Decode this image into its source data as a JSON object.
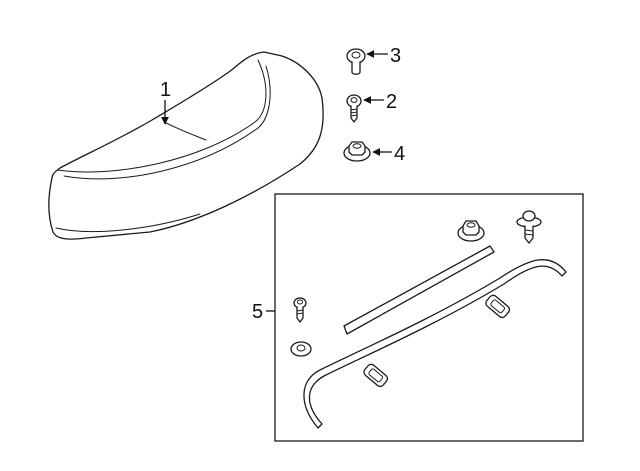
{
  "callouts": {
    "spoiler": "1",
    "screw": "2",
    "grommet": "3",
    "nut": "4",
    "kit": "5"
  },
  "colors": {
    "line": "#1a1a1a",
    "background": "#ffffff"
  }
}
